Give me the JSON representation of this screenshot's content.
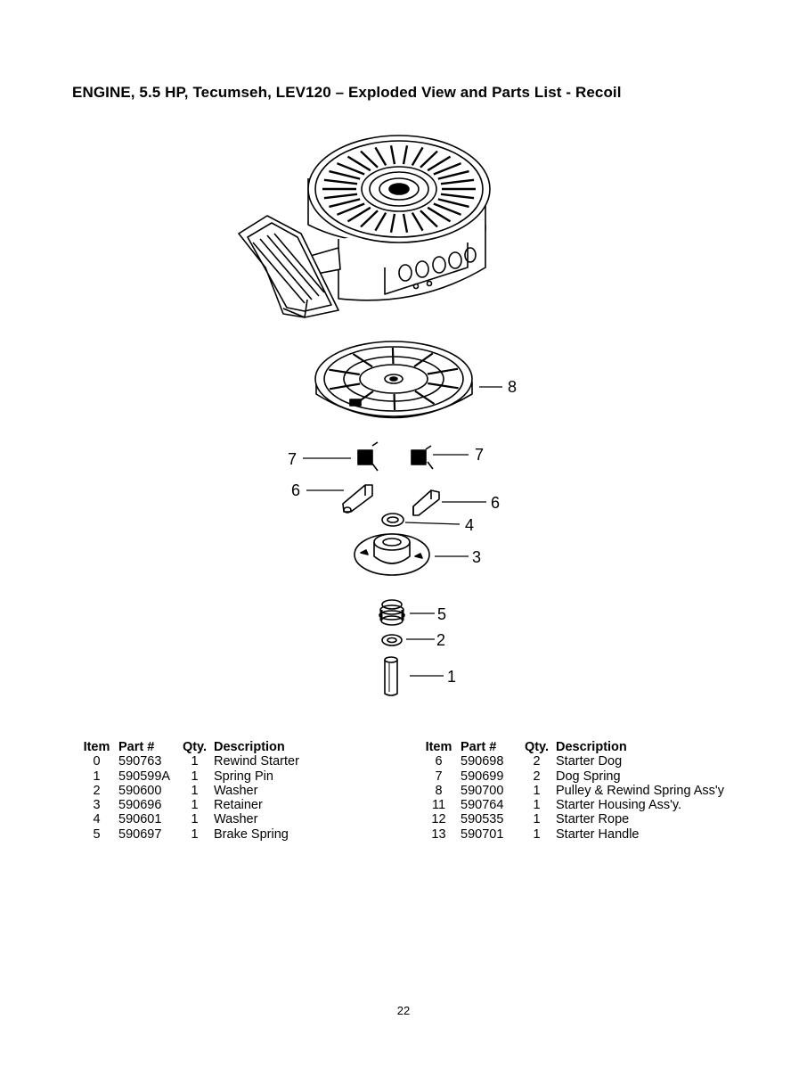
{
  "document": {
    "title": "ENGINE, 5.5 HP, Tecumseh, LEV120 – Exploded View and Parts List - Recoil",
    "page_number": "22"
  },
  "callouts": [
    "8",
    "7",
    "7",
    "6",
    "6",
    "4",
    "3",
    "5",
    "2",
    "1"
  ],
  "parts_table": {
    "headers": {
      "item": "Item",
      "part": "Part #",
      "qty": "Qty.",
      "description": "Description"
    },
    "left": [
      {
        "item": "0",
        "part": "590763",
        "qty": "1",
        "description": "Rewind Starter"
      },
      {
        "item": "1",
        "part": "590599A",
        "qty": "1",
        "description": "Spring Pin"
      },
      {
        "item": "2",
        "part": "590600",
        "qty": "1",
        "description": "Washer"
      },
      {
        "item": "3",
        "part": "590696",
        "qty": "1",
        "description": "Retainer"
      },
      {
        "item": "4",
        "part": "590601",
        "qty": "1",
        "description": "Washer"
      },
      {
        "item": "5",
        "part": "590697",
        "qty": "1",
        "description": "Brake Spring"
      }
    ],
    "right": [
      {
        "item": "6",
        "part": "590698",
        "qty": "2",
        "description": "Starter Dog"
      },
      {
        "item": "7",
        "part": "590699",
        "qty": "2",
        "description": "Dog Spring"
      },
      {
        "item": "8",
        "part": "590700",
        "qty": "1",
        "description": "Pulley & Rewind Spring Ass'y"
      },
      {
        "item": "11",
        "part": "590764",
        "qty": "1",
        "description": "Starter Housing Ass'y."
      },
      {
        "item": "12",
        "part": "590535",
        "qty": "1",
        "description": "Starter Rope"
      },
      {
        "item": "13",
        "part": "590701",
        "qty": "1",
        "description": "Starter Handle"
      }
    ]
  }
}
